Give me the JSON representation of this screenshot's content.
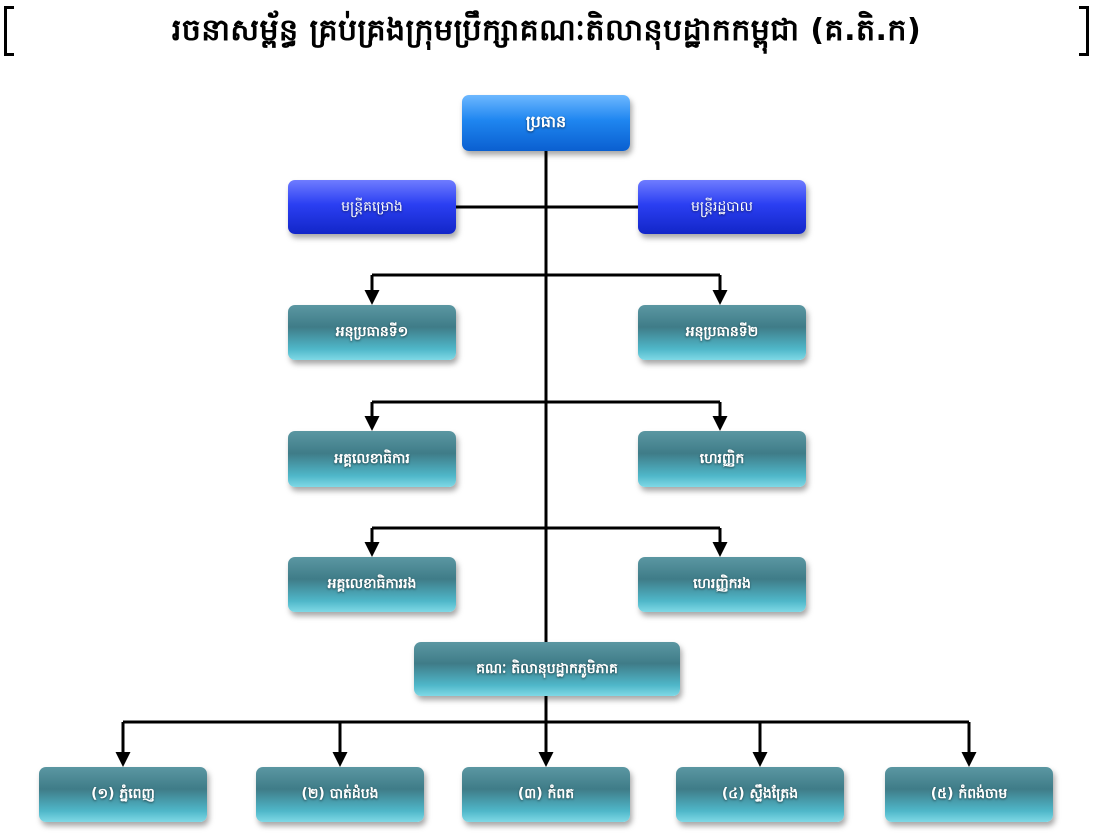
{
  "title": "រចនាសម្ព័ន្ធ គ្រប់គ្រងក្រុមប្រឹក្សាគណៈតិលានុបដ្ឋាកកម្ពុជា (គ.តិ.ក)",
  "colors": {
    "president": "#1f86f0",
    "officer": "#2b3ff2",
    "unit": "#3f7c88",
    "line": "#000000"
  },
  "nodes": {
    "president": "ប្រធាន",
    "officer_project": "មន្ត្រីគម្រោង",
    "officer_admin": "មន្ត្រីរដ្ឋបាល",
    "vp1": "អនុប្រធានទី១",
    "vp2": "អនុប្រធានទី២",
    "secretary_general": "អគ្គលេខាធិការ",
    "treasurer": "ហេរញ្ញិក",
    "deputy_secretary_general": "អគ្គលេខាធិការរង",
    "deputy_treasurer": "ហេរញ្ញិករង",
    "regional_committee": "គណៈ តិលានុបដ្ឋាកភូមិភាគ",
    "regions": [
      "(១) ភ្នំពេញ",
      "(២) បាត់ដំបង",
      "(៣) កំពត",
      "(៤) ស្ទឹងត្រែង",
      "(៥) កំពង់ចាម"
    ]
  }
}
